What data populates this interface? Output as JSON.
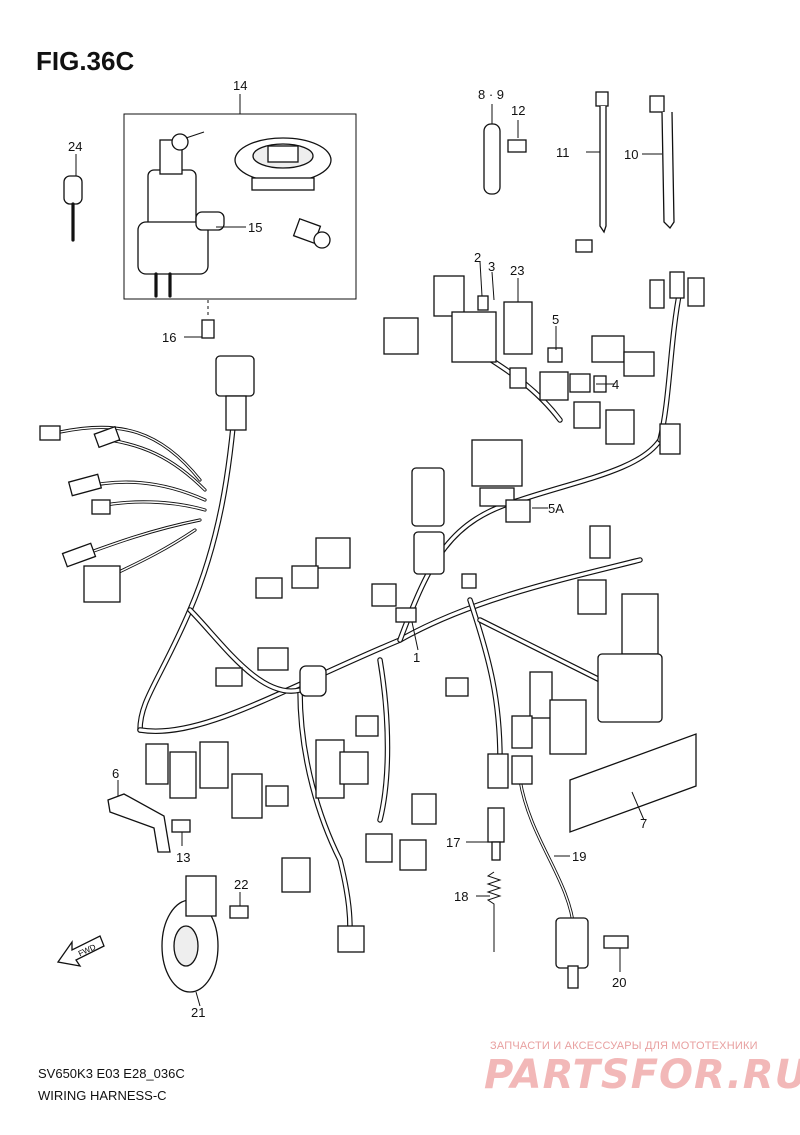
{
  "figure": {
    "title": "FIG.36C",
    "model_code": "SV650K3 E03 E28_036C",
    "section_name": "WIRING HARNESS-C"
  },
  "callouts": [
    {
      "id": "c1",
      "label": "1"
    },
    {
      "id": "c2",
      "label": "2"
    },
    {
      "id": "c3",
      "label": "3"
    },
    {
      "id": "c4",
      "label": "4"
    },
    {
      "id": "c5",
      "label": "5"
    },
    {
      "id": "c5a",
      "label": "5A"
    },
    {
      "id": "c6",
      "label": "6"
    },
    {
      "id": "c7",
      "label": "7"
    },
    {
      "id": "c89",
      "label": "8 · 9"
    },
    {
      "id": "c10",
      "label": "10"
    },
    {
      "id": "c11",
      "label": "11"
    },
    {
      "id": "c12",
      "label": "12"
    },
    {
      "id": "c13",
      "label": "13"
    },
    {
      "id": "c14",
      "label": "14"
    },
    {
      "id": "c15",
      "label": "15"
    },
    {
      "id": "c16",
      "label": "16"
    },
    {
      "id": "c17",
      "label": "17"
    },
    {
      "id": "c18",
      "label": "18"
    },
    {
      "id": "c19",
      "label": "19"
    },
    {
      "id": "c20",
      "label": "20"
    },
    {
      "id": "c21",
      "label": "21"
    },
    {
      "id": "c22",
      "label": "22"
    },
    {
      "id": "c23",
      "label": "23"
    },
    {
      "id": "c24",
      "label": "24"
    }
  ],
  "fwd_arrow_label": "FWD",
  "watermark": {
    "tagline": "ЗАПЧАСТИ И АКСЕССУАРЫ ДЛЯ МОТОТЕХНИКИ",
    "logo": "PARTSFOR.RU",
    "color": "#f2b8b8"
  }
}
